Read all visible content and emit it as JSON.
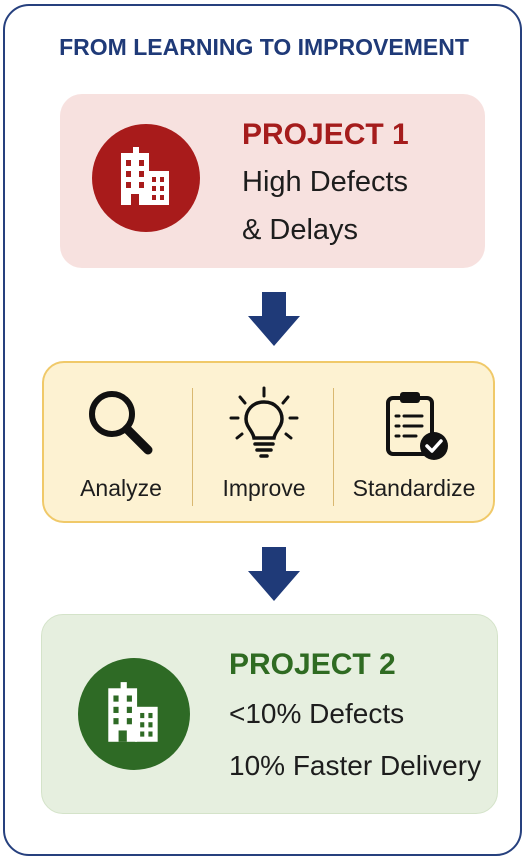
{
  "title": "FROM LEARNING TO IMPROVEMENT",
  "project1": {
    "title": "PROJECT 1",
    "line1": "High Defects",
    "line2": "& Delays",
    "icon": "building-icon",
    "color": "#a81b1b"
  },
  "steps": [
    {
      "label": "Analyze",
      "icon": "magnifier-icon"
    },
    {
      "label": "Improve",
      "icon": "lightbulb-icon"
    },
    {
      "label": "Standardize",
      "icon": "clipboard-check-icon"
    }
  ],
  "project2": {
    "title": "PROJECT 2",
    "line1": "<10% Defects",
    "line2": "10% Faster Delivery",
    "icon": "building-icon",
    "color": "#2e6a25"
  },
  "colors": {
    "navy": "#1f3a78",
    "process_bg": "#fdf2d2",
    "process_border": "#f0c969"
  }
}
